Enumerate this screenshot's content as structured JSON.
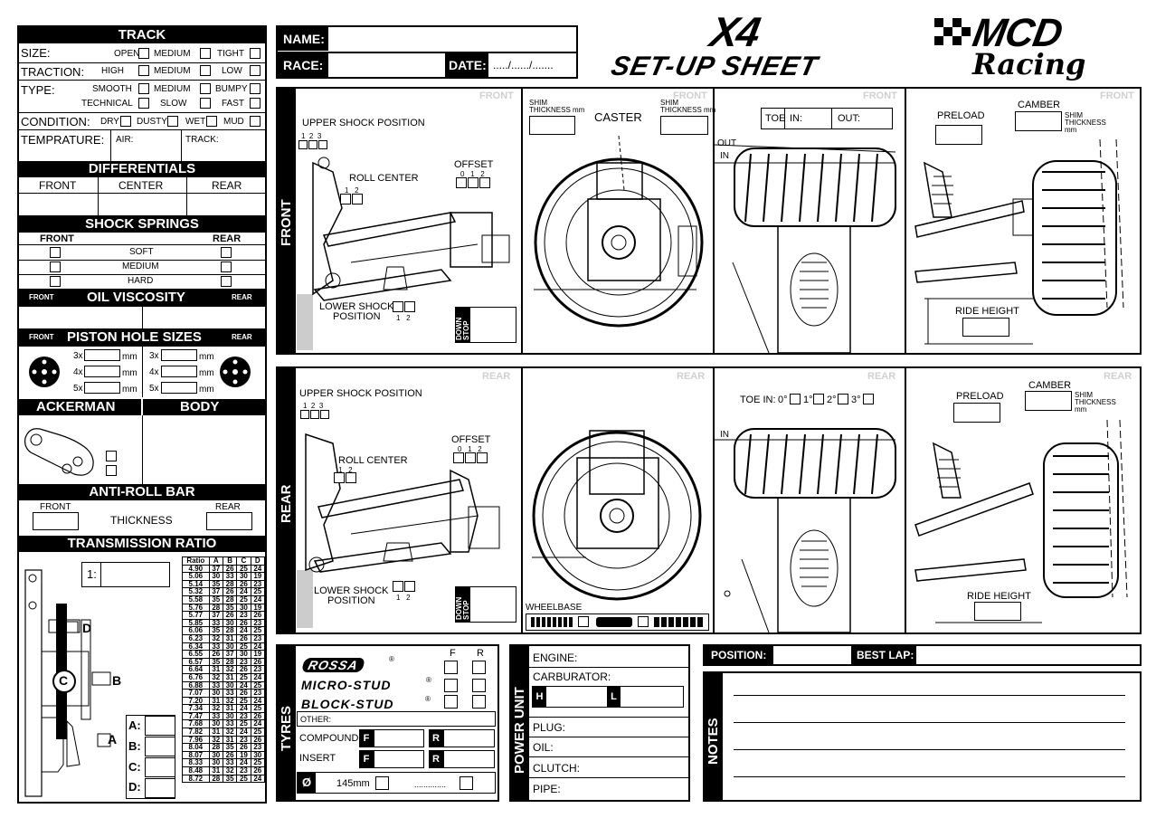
{
  "header": {
    "name_label": "NAME:",
    "race_label": "RACE:",
    "date_label": "DATE:",
    "date_placeholder": "...../....../.......",
    "logo_x4": "X4",
    "sheet_title": "SET-UP SHEET",
    "brand_mcd": "MCD",
    "brand_racing": "Racing"
  },
  "track": {
    "title": "TRACK",
    "size_label": "SIZE:",
    "size_options": [
      "OPEN",
      "MEDIUM",
      "TIGHT"
    ],
    "traction_label": "TRACTION:",
    "traction_options": [
      "HIGH",
      "MEDIUM",
      "LOW"
    ],
    "type_label": "TYPE:",
    "type_options": [
      "SMOOTH",
      "MEDIUM",
      "BUMPY",
      "TECHNICAL",
      "SLOW",
      "FAST"
    ],
    "condition_label": "CONDITION:",
    "condition_options": [
      "DRY",
      "DUSTY",
      "WET",
      "MUD"
    ],
    "temperature_label": "TEMPRATURE:",
    "air_label": "AIR:",
    "track_label": "TRACK:"
  },
  "differentials": {
    "title": "DIFFERENTIALS",
    "cols": [
      "FRONT",
      "CENTER",
      "REAR"
    ]
  },
  "springs": {
    "title": "SHOCK SPRINGS",
    "front": "FRONT",
    "rear": "REAR",
    "options": [
      "SOFT",
      "MEDIUM",
      "HARD"
    ]
  },
  "oil": {
    "title": "OIL VISCOSITY",
    "front": "FRONT",
    "rear": "REAR"
  },
  "piston": {
    "title": "PISTON HOLE SIZES",
    "front": "FRONT",
    "rear": "REAR",
    "rows": [
      "3x",
      "4x",
      "5x"
    ],
    "unit": "mm"
  },
  "ackerman": {
    "title": "ACKERMAN",
    "body_title": "BODY"
  },
  "antiroll": {
    "title": "ANTI-ROLL BAR",
    "front": "FRONT",
    "rear": "REAR",
    "thickness": "THICKNESS"
  },
  "transmission": {
    "title": "TRANSMISSION RATIO",
    "ratio_prefix": "1:",
    "gears": [
      "A:",
      "B:",
      "C:",
      "D:"
    ],
    "gear_marks": {
      "a": "A",
      "b": "B",
      "c": "C",
      "d": "D"
    },
    "table_header": [
      "Ratio",
      "A",
      "B",
      "C",
      "D"
    ],
    "rows": [
      [
        "4.90",
        "37",
        "26",
        "25",
        "24"
      ],
      [
        "5.06",
        "30",
        "33",
        "30",
        "19"
      ],
      [
        "5.14",
        "35",
        "28",
        "26",
        "23"
      ],
      [
        "5.32",
        "37",
        "26",
        "24",
        "25"
      ],
      [
        "5.58",
        "35",
        "28",
        "25",
        "24"
      ],
      [
        "5.76",
        "28",
        "35",
        "30",
        "19"
      ],
      [
        "5.77",
        "37",
        "26",
        "23",
        "26"
      ],
      [
        "5.85",
        "33",
        "30",
        "26",
        "23"
      ],
      [
        "6.06",
        "35",
        "28",
        "24",
        "25"
      ],
      [
        "6.23",
        "32",
        "31",
        "26",
        "23"
      ],
      [
        "6.34",
        "33",
        "30",
        "25",
        "24"
      ],
      [
        "6.55",
        "26",
        "37",
        "30",
        "19"
      ],
      [
        "6.57",
        "35",
        "28",
        "23",
        "26"
      ],
      [
        "6.64",
        "31",
        "32",
        "26",
        "23"
      ],
      [
        "6.76",
        "32",
        "31",
        "25",
        "24"
      ],
      [
        "6.88",
        "33",
        "30",
        "24",
        "25"
      ],
      [
        "7.07",
        "30",
        "33",
        "26",
        "23"
      ],
      [
        "7.20",
        "31",
        "32",
        "25",
        "24"
      ],
      [
        "7.34",
        "32",
        "31",
        "24",
        "25"
      ],
      [
        "7.47",
        "33",
        "30",
        "23",
        "26"
      ],
      [
        "7.68",
        "30",
        "33",
        "25",
        "24"
      ],
      [
        "7.82",
        "31",
        "32",
        "24",
        "25"
      ],
      [
        "7.96",
        "32",
        "31",
        "23",
        "26"
      ],
      [
        "8.04",
        "28",
        "35",
        "26",
        "23"
      ],
      [
        "8.07",
        "30",
        "26",
        "19",
        "30"
      ],
      [
        "8.33",
        "30",
        "33",
        "24",
        "25"
      ],
      [
        "8.48",
        "31",
        "32",
        "23",
        "26"
      ],
      [
        "8.72",
        "28",
        "35",
        "25",
        "24"
      ]
    ]
  },
  "front_panel": {
    "side_label": "FRONT",
    "corner_label": "FRONT",
    "upper_shock": "UPPER SHOCK POSITION",
    "upper_nums": [
      "1",
      "2",
      "3"
    ],
    "roll_center": "ROLL CENTER",
    "roll_nums": [
      "1",
      "2"
    ],
    "offset": "OFFSET",
    "offset_nums": [
      "0",
      "1",
      "2"
    ],
    "lower_shock_1": "LOWER SHOCK",
    "lower_shock_2": "POSITION",
    "lower_nums": [
      "1",
      "2"
    ],
    "down_stop": "DOWN STOP",
    "shim_1": "SHIM",
    "shim_2": "THICKNESS mm",
    "caster": "CASTER",
    "toe": "TOE",
    "toe_in": "IN:",
    "toe_out": "OUT:",
    "out_label": "OUT",
    "in_label": "IN",
    "preload": "PRELOAD",
    "camber": "CAMBER",
    "shim_thickness_1": "SHIM",
    "shim_thickness_2": "THICKNESS",
    "shim_thickness_3": "mm",
    "ride_height": "RIDE HEIGHT"
  },
  "rear_panel": {
    "side_label": "REAR",
    "corner_label": "REAR",
    "upper_shock": "UPPER SHOCK POSITION",
    "upper_nums": [
      "1",
      "2",
      "3"
    ],
    "roll_center": "ROLL CENTER",
    "roll_nums": [
      "1",
      "2"
    ],
    "offset": "OFFSET",
    "offset_nums": [
      "0",
      "1",
      "2"
    ],
    "lower_shock_1": "LOWER SHOCK",
    "lower_shock_2": "POSITION",
    "lower_nums": [
      "1",
      "2"
    ],
    "down_stop": "DOWN STOP",
    "wheelbase": "WHEELBASE",
    "toe_in": "TOE IN:",
    "toe_opts": [
      "0°",
      "1°",
      "2°",
      "3°"
    ],
    "in_label": "IN",
    "preload": "PRELOAD",
    "camber": "CAMBER",
    "shim_thickness_1": "SHIM",
    "shim_thickness_2": "THICKNESS",
    "shim_thickness_3": "mm",
    "ride_height": "RIDE HEIGHT"
  },
  "tyres": {
    "side_label": "TYRES",
    "f": "F",
    "r": "R",
    "brands": [
      "ROSSA",
      "MICRO-STUD",
      "BLOCK-STUD"
    ],
    "reg": "®",
    "other": "OTHER:",
    "compound": "COMPOUND",
    "insert": "INSERT",
    "diameter_symbol": "Ø",
    "diameter": "145mm",
    "diameter_other": ".............."
  },
  "power": {
    "side_label": "POWER UNIT",
    "engine": "ENGINE:",
    "carburator": "CARBURATOR:",
    "h": "H",
    "l": "L",
    "plug": "PLUG:",
    "oil": "OIL:",
    "clutch": "CLUTCH:",
    "pipe": "PIPE:"
  },
  "results": {
    "position": "POSITION:",
    "best_lap": "BEST LAP:"
  },
  "notes": {
    "side_label": "NOTES"
  }
}
